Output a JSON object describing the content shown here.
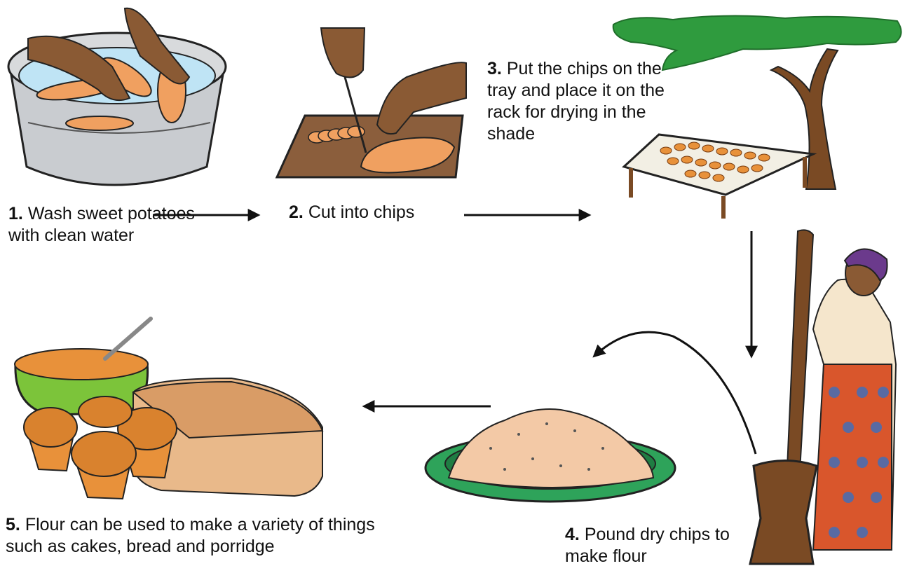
{
  "steps": [
    {
      "number": "1.",
      "text": "Wash sweet potatoes with clean water"
    },
    {
      "number": "2.",
      "text": "Cut into chips"
    },
    {
      "number": "3.",
      "text": "Put the chips on the tray and place it on the rack for drying in the shade"
    },
    {
      "number": "4.",
      "text": "Pound dry chips to make flour"
    },
    {
      "number": "5.",
      "text": "Flour can be used to make a variety of things such as cakes, bread and porridge"
    }
  ],
  "colors": {
    "skin": "#8a5a34",
    "sweet_potato": "#f0a060",
    "water": "#bfe4f5",
    "board": "#8b5e3c",
    "tree_green": "#2f9b3e",
    "trunk": "#7a4a24",
    "bowl_green": "#7cc43a",
    "plate_green": "#2ea35a",
    "muffin": "#e8913a",
    "bread": "#e9b98a",
    "arrow": "#111111"
  }
}
